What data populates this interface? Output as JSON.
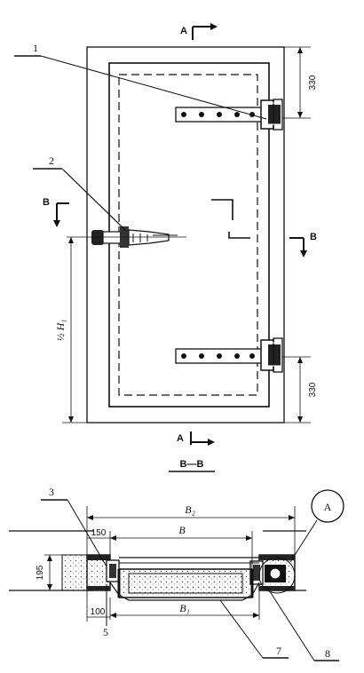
{
  "section_markers": {
    "a_top": "A",
    "a_bottom": "A",
    "b_left": "B",
    "b_right": "B"
  },
  "part_labels": {
    "hinge": "1",
    "handle": "2",
    "frame": "3",
    "seal": "5",
    "panel": "7",
    "gasket": "8"
  },
  "dimensions": {
    "top_hinge_offset": "330",
    "bottom_hinge_offset": "330",
    "handle_height": "½ H₁",
    "section_depth": "195",
    "frame_width": "150",
    "frame_width_bottom": "100",
    "outer_width": "B₂",
    "clear_width": "B",
    "panel_width": "B₁"
  },
  "section_title": "B—B",
  "detail_callout": "A"
}
